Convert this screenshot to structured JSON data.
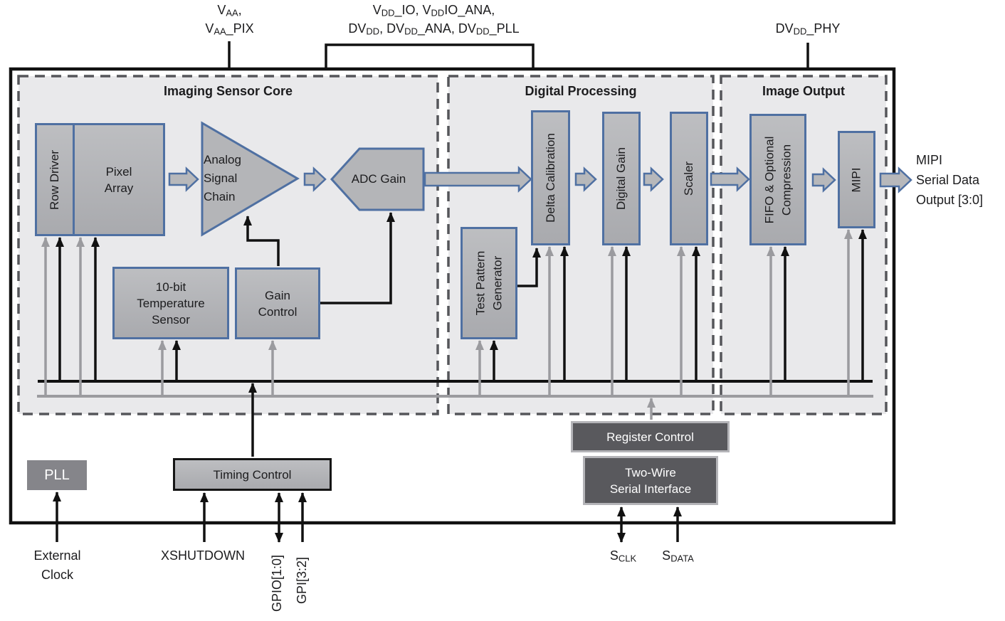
{
  "diagram": {
    "power_labels": {
      "vaa": "V~AA~,\nV~AA~_PIX",
      "vdd_group": "V~DD~_IO, V~DD~IO_ANA,\nDV~DD~, DV~DD~_ANA, DV~DD~_PLL",
      "dvdd_phy": "DV~DD~_PHY"
    },
    "sections": {
      "imaging_sensor_core": {
        "title": "Imaging Sensor Core"
      },
      "digital_processing": {
        "title": "Digital Processing"
      },
      "image_output": {
        "title": "Image Output"
      }
    },
    "blocks": {
      "row_driver": "Row Driver",
      "pixel_array": "Pixel\nArray",
      "analog_signal_chain": "Analog\nSignal\nChain",
      "adc_gain": "ADC Gain",
      "temperature_sensor": "10-bit\nTemperature\nSensor",
      "gain_control": "Gain\nControl",
      "test_pattern_generator": "Test Pattern\nGenerator",
      "delta_calibration": "Delta Calibration",
      "digital_gain": "Digital Gain",
      "scaler": "Scaler",
      "fifo_compression": "FIFO & Optional\nCompression",
      "mipi": "MIPI",
      "pll": "PLL",
      "timing_control": "Timing Control",
      "register_control": "Register Control",
      "two_wire_serial_interface": "Two-Wire\nSerial Interface"
    },
    "io_labels": {
      "mipi_output": "MIPI\nSerial Data\nOutput [3:0]",
      "external_clock": "External\nClock",
      "xshutdown": "XSHUTDOWN",
      "gpio": "GPIO[1:0]",
      "gpi": "GPI[3:2]",
      "sclk": "S~CLK~",
      "sdata": "S~DATA~"
    },
    "colors": {
      "block_border_blue": "#4f70a2",
      "block_fill_gray": "#b2b3b6",
      "section_fill": "#e9e9eb",
      "section_dash": "#55565a",
      "dark_box_fill": "#59595d",
      "pll_fill": "#85858a",
      "bus_black": "#111111",
      "bus_gray": "#9b9b9f",
      "background": "#ffffff"
    }
  }
}
